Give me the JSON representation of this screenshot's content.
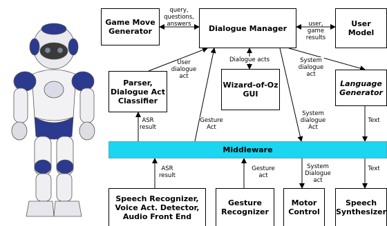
{
  "components": {
    "game_move_generator": "Game Move\nGenerator",
    "dialogue_manager": "Dialogue Manager",
    "user_model": "User\nModel",
    "parser": "Parser,\nDialogue Act\nClassifier",
    "wizard_of_oz": "Wizard-of-Oz\nGUI",
    "language_generator": "Language\nGenerator",
    "middleware": "Middleware",
    "speech_recognizer": "Speech Recognizer,\nVoice Act. Detector,\nAudio Front End",
    "gesture_recognizer": "Gesture\nRecognizer",
    "motor_control": "Motor\nControl",
    "speech_synthesizer": "Speech\nSynthesizer"
  },
  "edge_labels": {
    "game_dm": "query,\nquestions,\nanswers",
    "dm_user": "user,\ngame\nresults",
    "user_dialogue_act": "User\ndialogue\nact",
    "dialogue_acts": "Dialogue acts",
    "system_dialogue_act_top": "System\ndialogue\nact",
    "gesture_act_up": "Gesture\nAct",
    "system_dialogue_act_mid": "System\ndialogue\nAct",
    "text_top": "Text",
    "asr_result_top": "ASR\nresult",
    "asr_result_bottom": "ASR\nresult",
    "gesture_act_bottom": "Gesture\nact",
    "system_dialogue_act_bottom": "System\nDialogue\nact",
    "text_bottom": "Text"
  }
}
